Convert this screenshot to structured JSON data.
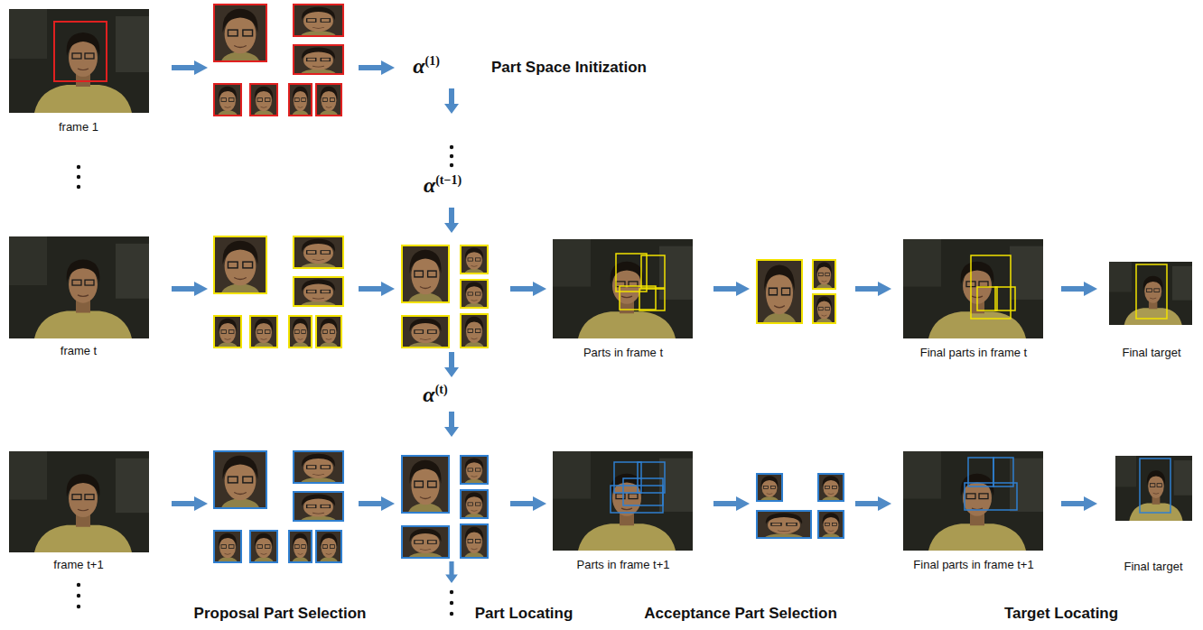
{
  "diagram": {
    "labels": [
      "Part Space Initization",
      "frame 1",
      "α(1)",
      "α(t−1)",
      "frame t",
      "Parts in frame t",
      "Final parts in frame t",
      "Final target",
      "α(t)",
      "frame t+1",
      "Parts in frame t+1",
      "Final parts in frame t+1",
      "Final target",
      "Proposal Part Selection",
      "Part Locating",
      "Acceptance Part Selection",
      "Target Locating"
    ]
  }
}
